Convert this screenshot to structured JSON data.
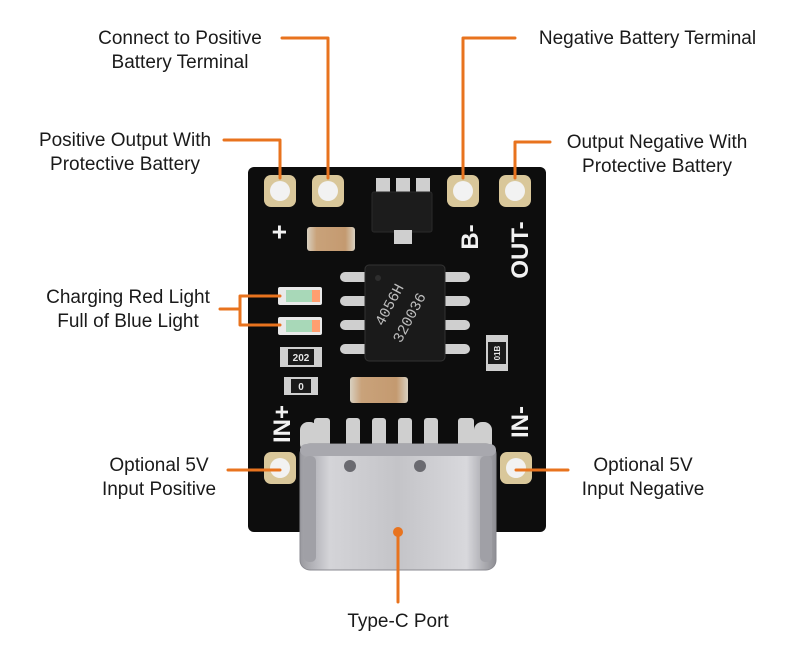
{
  "board": {
    "pcb_color": "#0d0d0d",
    "leader_color": "#e8731e",
    "usb_color": "#c8c8cc",
    "silkscreen": {
      "plus": "+",
      "b_minus": "B-",
      "out_minus": "OUT-",
      "in_plus": "IN+",
      "in_minus": "IN-"
    },
    "chip_marking": {
      "line1": "4056H",
      "line2": "320036"
    },
    "smd_codes": {
      "resistor1": "202",
      "resistor2": "0",
      "resistor3": "01B"
    }
  },
  "labels": {
    "connect_positive": {
      "line1": "Connect to Positive",
      "line2": "Battery Terminal"
    },
    "negative_terminal": {
      "line1": "Negative Battery Terminal"
    },
    "positive_output": {
      "line1": "Positive Output With",
      "line2": "Protective Battery"
    },
    "output_negative": {
      "line1": "Output Negative With",
      "line2": "Protective Battery"
    },
    "charging_lights": {
      "line1": "Charging Red Light",
      "line2": "Full of Blue Light"
    },
    "input_positive": {
      "line1": "Optional 5V",
      "line2": "Input Positive"
    },
    "input_negative": {
      "line1": "Optional 5V",
      "line2": "Input Negative"
    },
    "typec_port": {
      "line1": "Type-C Port"
    }
  }
}
